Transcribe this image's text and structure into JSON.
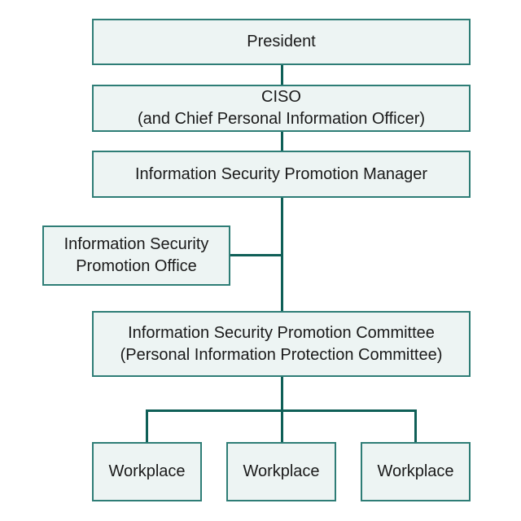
{
  "diagram": {
    "type": "org-chart",
    "colors": {
      "background": "#ffffff",
      "box_fill": "#edf4f3",
      "box_border": "#2e7d76",
      "connector": "#0f5f57",
      "text": "#1a1a1a"
    },
    "nodes": {
      "president": {
        "label": "President"
      },
      "ciso": {
        "line1": "CISO",
        "line2": "(and Chief Personal Information Officer)"
      },
      "manager": {
        "label": "Information Security Promotion Manager"
      },
      "office": {
        "line1": "Information Security",
        "line2": "Promotion Office"
      },
      "committee": {
        "line1": "Information Security Promotion Committee",
        "line2": "(Personal Information Protection Committee)"
      },
      "workplaces": [
        {
          "label": "Workplace"
        },
        {
          "label": "Workplace"
        },
        {
          "label": "Workplace"
        }
      ]
    },
    "edges": [
      "president-ciso",
      "ciso-manager",
      "manager-committee",
      "office-trunk",
      "committee-branch",
      "branch-workplace-1",
      "branch-workplace-2",
      "branch-workplace-3"
    ]
  }
}
